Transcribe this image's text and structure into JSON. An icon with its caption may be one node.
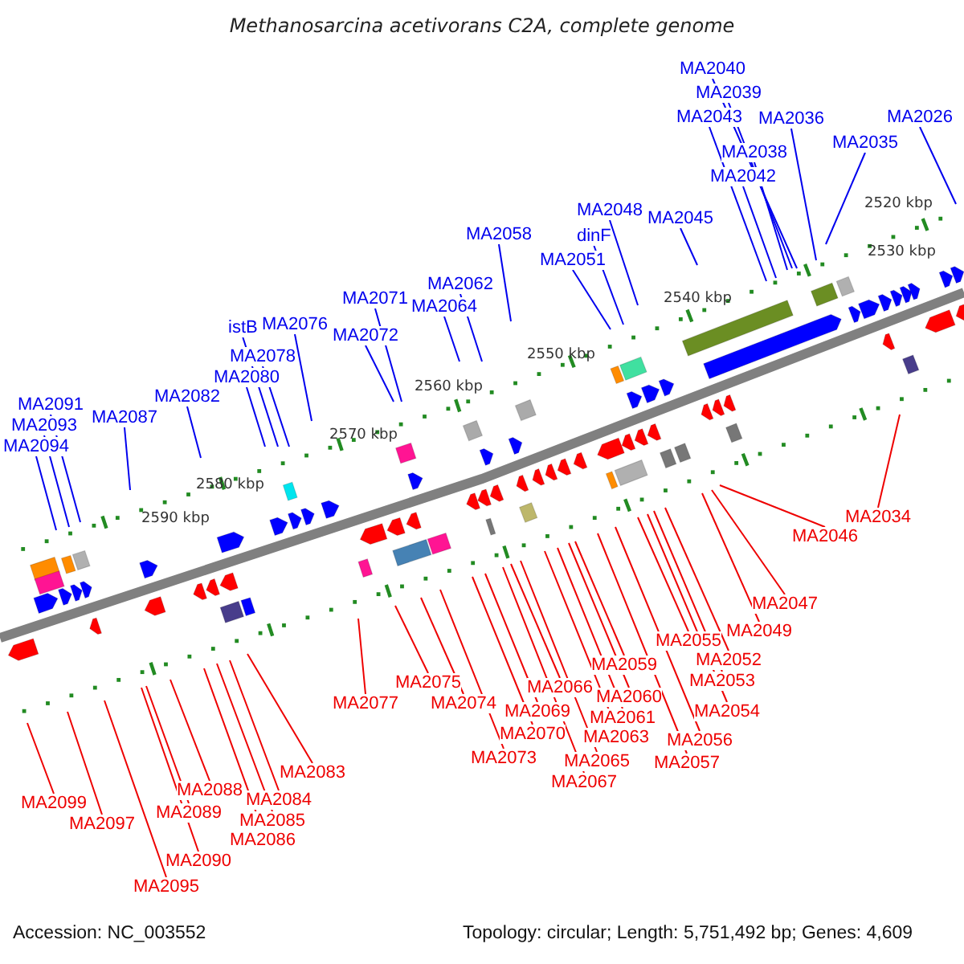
{
  "diagram": {
    "title": "Methanosarcina acetivorans C2A, complete genome",
    "nodes": [
      {
        "text": [
          "MA2040"
        ]
      },
      {
        "text": [
          "MA2039"
        ]
      },
      {
        "text": [
          "MA2043"
        ]
      },
      {
        "text": [
          "MA2036"
        ]
      },
      {
        "text": [
          "MA2038"
        ]
      },
      {
        "text": [
          "MA2042"
        ]
      },
      {
        "text": [
          "MA2035"
        ]
      },
      {
        "text": [
          "MA2026"
        ]
      },
      {
        "text": [
          "MA2045"
        ]
      },
      {
        "text": [
          "MA2048"
        ]
      },
      {
        "text": [
          "dinF"
        ]
      },
      {
        "text": [
          "MA2051"
        ]
      },
      {
        "text": [
          "MA2058"
        ]
      },
      {
        "text": [
          "MA2062"
        ]
      },
      {
        "text": [
          "MA2064"
        ]
      },
      {
        "text": [
          "MA2071"
        ]
      },
      {
        "text": [
          "MA2072"
        ]
      },
      {
        "text": [
          "MA2076"
        ]
      },
      {
        "text": [
          "istB"
        ]
      },
      {
        "text": [
          "MA2078"
        ]
      },
      {
        "text": [
          "MA2080"
        ]
      },
      {
        "text": [
          "MA2082"
        ]
      },
      {
        "text": [
          "MA2087"
        ]
      },
      {
        "text": [
          "MA2091"
        ]
      },
      {
        "text": [
          "MA2093"
        ]
      },
      {
        "text": [
          "MA2094"
        ]
      },
      {
        "text": [
          "MA2034"
        ]
      },
      {
        "text": [
          "MA2046"
        ]
      },
      {
        "text": [
          "MA2047"
        ]
      },
      {
        "text": [
          "MA2049"
        ]
      },
      {
        "text": [
          "MA2055"
        ]
      },
      {
        "text": [
          "MA2052"
        ]
      },
      {
        "text": [
          "MA2053"
        ]
      },
      {
        "text": [
          "MA2054"
        ]
      },
      {
        "text": [
          "MA2056"
        ]
      },
      {
        "text": [
          "MA2057"
        ]
      },
      {
        "text": [
          "MA2059"
        ]
      },
      {
        "text": [
          "MA2060"
        ]
      },
      {
        "text": [
          "MA2061"
        ]
      },
      {
        "text": [
          "MA2063"
        ]
      },
      {
        "text": [
          "MA2065"
        ]
      },
      {
        "text": [
          "MA2066"
        ]
      },
      {
        "text": [
          "MA2067"
        ]
      },
      {
        "text": [
          "MA2069"
        ]
      },
      {
        "text": [
          "MA2070"
        ]
      },
      {
        "text": [
          "MA2073"
        ]
      },
      {
        "text": [
          "MA2074"
        ]
      },
      {
        "text": [
          "MA2075"
        ]
      },
      {
        "text": [
          "MA2077"
        ]
      },
      {
        "text": [
          "MA2083"
        ]
      },
      {
        "text": [
          "MA2084"
        ]
      },
      {
        "text": [
          "MA2085"
        ]
      },
      {
        "text": [
          "MA2086"
        ]
      },
      {
        "text": [
          "MA2088"
        ]
      },
      {
        "text": [
          "MA2089"
        ]
      },
      {
        "text": [
          "MA2090"
        ]
      },
      {
        "text": [
          "MA2095"
        ]
      },
      {
        "text": [
          "MA2097"
        ]
      },
      {
        "text": [
          "MA2099"
        ]
      }
    ],
    "edges": [
      {
        "from": 0,
        "to": null,
        "arrow": "none",
        "color": "#0000ee"
      },
      {
        "from": 1,
        "to": null,
        "arrow": "none",
        "color": "#0000ee"
      },
      {
        "from": 2,
        "to": null,
        "arrow": "none",
        "color": "#0000ee"
      },
      {
        "from": 3,
        "to": null,
        "arrow": "none",
        "color": "#0000ee"
      },
      {
        "from": 4,
        "to": null,
        "arrow": "none",
        "color": "#0000ee"
      },
      {
        "from": 5,
        "to": null,
        "arrow": "none",
        "color": "#0000ee"
      },
      {
        "from": 6,
        "to": null,
        "arrow": "none",
        "color": "#0000ee"
      },
      {
        "from": 7,
        "to": null,
        "arrow": "none",
        "color": "#0000ee"
      },
      {
        "from": 8,
        "to": null,
        "arrow": "none",
        "color": "#0000ee"
      },
      {
        "from": 9,
        "to": null,
        "arrow": "none",
        "color": "#0000ee"
      },
      {
        "from": 10,
        "to": null,
        "arrow": "none",
        "color": "#0000ee"
      },
      {
        "from": 11,
        "to": null,
        "arrow": "none",
        "color": "#0000ee"
      },
      {
        "from": 12,
        "to": null,
        "arrow": "none",
        "color": "#0000ee"
      },
      {
        "from": 13,
        "to": null,
        "arrow": "none",
        "color": "#0000ee"
      },
      {
        "from": 14,
        "to": null,
        "arrow": "none",
        "color": "#0000ee"
      },
      {
        "from": 15,
        "to": null,
        "arrow": "none",
        "color": "#0000ee"
      },
      {
        "from": 16,
        "to": null,
        "arrow": "none",
        "color": "#0000ee"
      },
      {
        "from": 17,
        "to": null,
        "arrow": "none",
        "color": "#0000ee"
      },
      {
        "from": 18,
        "to": null,
        "arrow": "none",
        "color": "#0000ee"
      },
      {
        "from": 19,
        "to": null,
        "arrow": "none",
        "color": "#0000ee"
      },
      {
        "from": 20,
        "to": null,
        "arrow": "none",
        "color": "#0000ee"
      },
      {
        "from": 21,
        "to": null,
        "arrow": "none",
        "color": "#0000ee"
      },
      {
        "from": 22,
        "to": null,
        "arrow": "none",
        "color": "#0000ee"
      },
      {
        "from": 23,
        "to": null,
        "arrow": "none",
        "color": "#0000ee"
      },
      {
        "from": 24,
        "to": null,
        "arrow": "none",
        "color": "#0000ee"
      },
      {
        "from": 25,
        "to": null,
        "arrow": "none",
        "color": "#0000ee"
      },
      {
        "from": 26,
        "to": null,
        "arrow": "none"
      },
      {
        "from": 27,
        "to": null,
        "arrow": "none"
      },
      {
        "from": 28,
        "to": null,
        "arrow": "none"
      },
      {
        "from": 29,
        "to": null,
        "arrow": "none"
      },
      {
        "from": 30,
        "to": null,
        "arrow": "none"
      },
      {
        "from": 31,
        "to": null,
        "arrow": "none"
      },
      {
        "from": 32,
        "to": null,
        "arrow": "none"
      },
      {
        "from": 33,
        "to": null,
        "arrow": "none"
      },
      {
        "from": 34,
        "to": null,
        "arrow": "none"
      },
      {
        "from": 35,
        "to": null,
        "arrow": "none"
      },
      {
        "from": 36,
        "to": null,
        "arrow": "none"
      },
      {
        "from": 37,
        "to": null,
        "arrow": "none"
      },
      {
        "from": 38,
        "to": null,
        "arrow": "none"
      },
      {
        "from": 39,
        "to": null,
        "arrow": "none"
      },
      {
        "from": 40,
        "to": null,
        "arrow": "none"
      },
      {
        "from": 41,
        "to": null,
        "arrow": "none"
      },
      {
        "from": 42,
        "to": null,
        "arrow": "none"
      },
      {
        "from": 43,
        "to": null,
        "arrow": "none"
      },
      {
        "from": 44,
        "to": null,
        "arrow": "none"
      },
      {
        "from": 45,
        "to": null,
        "arrow": "none"
      },
      {
        "from": 46,
        "to": null,
        "arrow": "none"
      },
      {
        "from": 47,
        "to": null,
        "arrow": "none"
      },
      {
        "from": 48,
        "to": null,
        "arrow": "none"
      },
      {
        "from": 49,
        "to": null,
        "arrow": "none"
      },
      {
        "from": 50,
        "to": null,
        "arrow": "none"
      },
      {
        "from": 51,
        "to": null,
        "arrow": "none"
      },
      {
        "from": 52,
        "to": null,
        "arrow": "none"
      },
      {
        "from": 53,
        "to": null,
        "arrow": "none"
      },
      {
        "from": 54,
        "to": null,
        "arrow": "none"
      },
      {
        "from": 55,
        "to": null,
        "arrow": "none"
      },
      {
        "from": 56,
        "to": null,
        "arrow": "none"
      },
      {
        "from": 57,
        "to": null,
        "arrow": "none"
      },
      {
        "from": 58,
        "to": null,
        "arrow": "none"
      }
    ],
    "labels": [
      "2520 kbp",
      "2530 kbp",
      "2540 kbp",
      "2550 kbp",
      "2560 kbp",
      "2570 kbp",
      "2580 kbp",
      "2590 kbp",
      "Accession: NC_003552",
      "Topology: circular; Length: 5,751,492 bp; Genes: 4,609"
    ]
  }
}
